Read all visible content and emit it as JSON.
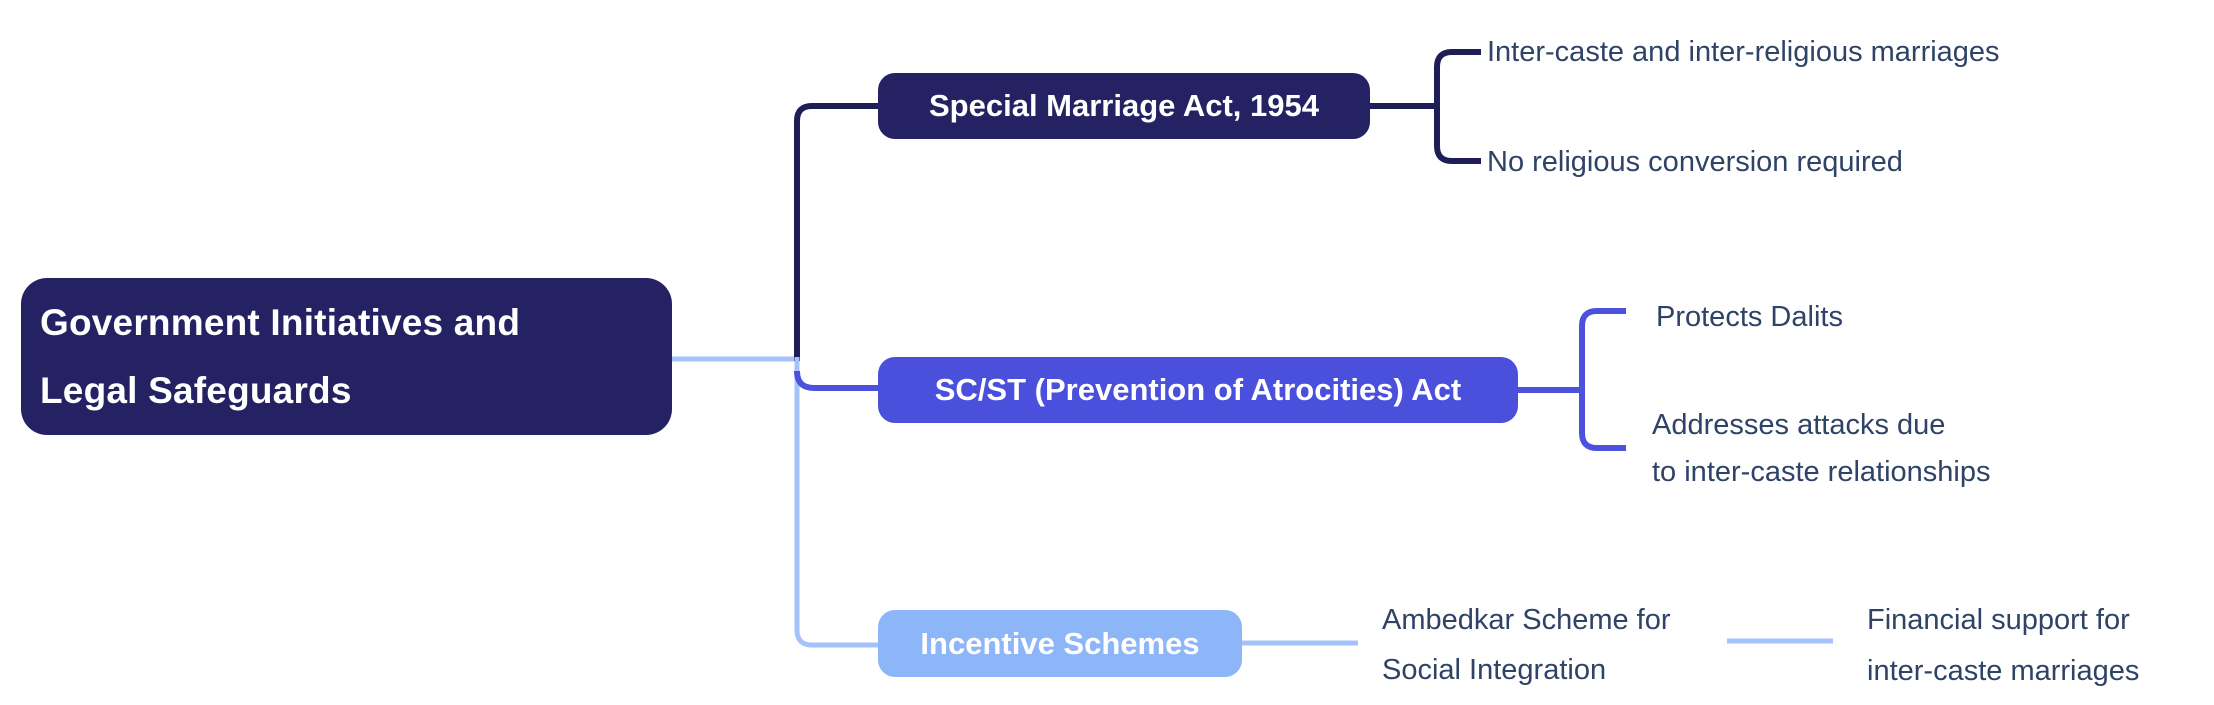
{
  "colors": {
    "navy-box": "#252263",
    "navy-line": "#1f1d55",
    "indigo-box": "#4a50dc",
    "indigo-line": "#4c52de",
    "sky-box": "#8db6f8",
    "sky-line": "#a4c3fb",
    "leaf-text": "#2e4366",
    "node-text": "#ffffff",
    "canvas-bg": "#ffffff"
  },
  "mindmap": {
    "root": {
      "label": "Government Initiatives and\nLegal Safeguards"
    },
    "branches": [
      {
        "label": "Special Marriage Act, 1954",
        "children": [
          {
            "label": "Inter-caste and inter-religious marriages"
          },
          {
            "label": "No religious conversion required"
          }
        ]
      },
      {
        "label": "SC/ST (Prevention of Atrocities) Act",
        "children": [
          {
            "label": "Protects Dalits"
          },
          {
            "label": "Addresses attacks due\nto inter-caste relationships"
          }
        ]
      },
      {
        "label": "Incentive Schemes",
        "children": [
          {
            "label": "Ambedkar Scheme for\nSocial Integration",
            "children": [
              {
                "label": "Financial support for\ninter-caste marriages"
              }
            ]
          }
        ]
      }
    ]
  }
}
